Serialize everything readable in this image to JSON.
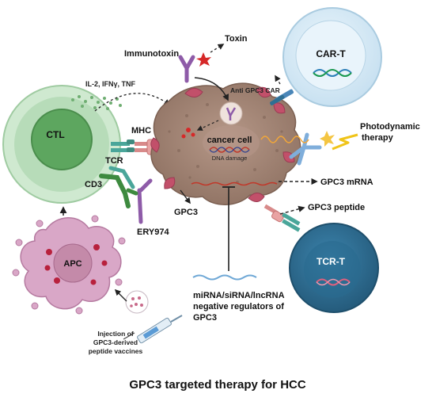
{
  "title": "GPC3 targeted therapy for HCC",
  "cells": {
    "ctl": "CTL",
    "cancer_cell": "cancer cell",
    "car_t": "CAR-T",
    "tcr_t": "TCR-T",
    "apc": "APC"
  },
  "labels": {
    "immunotoxin": "Immunotoxin",
    "toxin": "Toxin",
    "anti_gpc3_car": "Anti GPC3 CAR",
    "cytokines": "IL-2, IFNγ, TNF",
    "mhc": "MHC",
    "tcr": "TCR",
    "cd3": "CD3",
    "dna_damage": "DNA damage",
    "photodynamic_line1": "Photodynamic",
    "photodynamic_line2": "therapy",
    "gpc3_mrna": "GPC3 mRNA",
    "gpc3_peptide": "GPC3 peptide",
    "gpc3": "GPC3",
    "ery974": "ERY974",
    "mirna_line1": "miRNA/siRNA/lncRNA",
    "mirna_line2": "negative regulators of",
    "mirna_line3": "GPC3",
    "injection_line1": "Injection of",
    "injection_line2": "GPC3-derived",
    "injection_line3": "peptide vaccines"
  },
  "colors": {
    "ctl_outer": "#c8e6c9",
    "ctl_nucleus": "#5da65f",
    "cancer_cell": "#a58a7c",
    "car_t": "#d6e9f5",
    "tcr_t": "#2f6f93",
    "apc": "#d9a7c7",
    "gpc3_receptor": "#c2506a",
    "antibody_purple": "#8e5ba8",
    "arrow": "#222222"
  }
}
